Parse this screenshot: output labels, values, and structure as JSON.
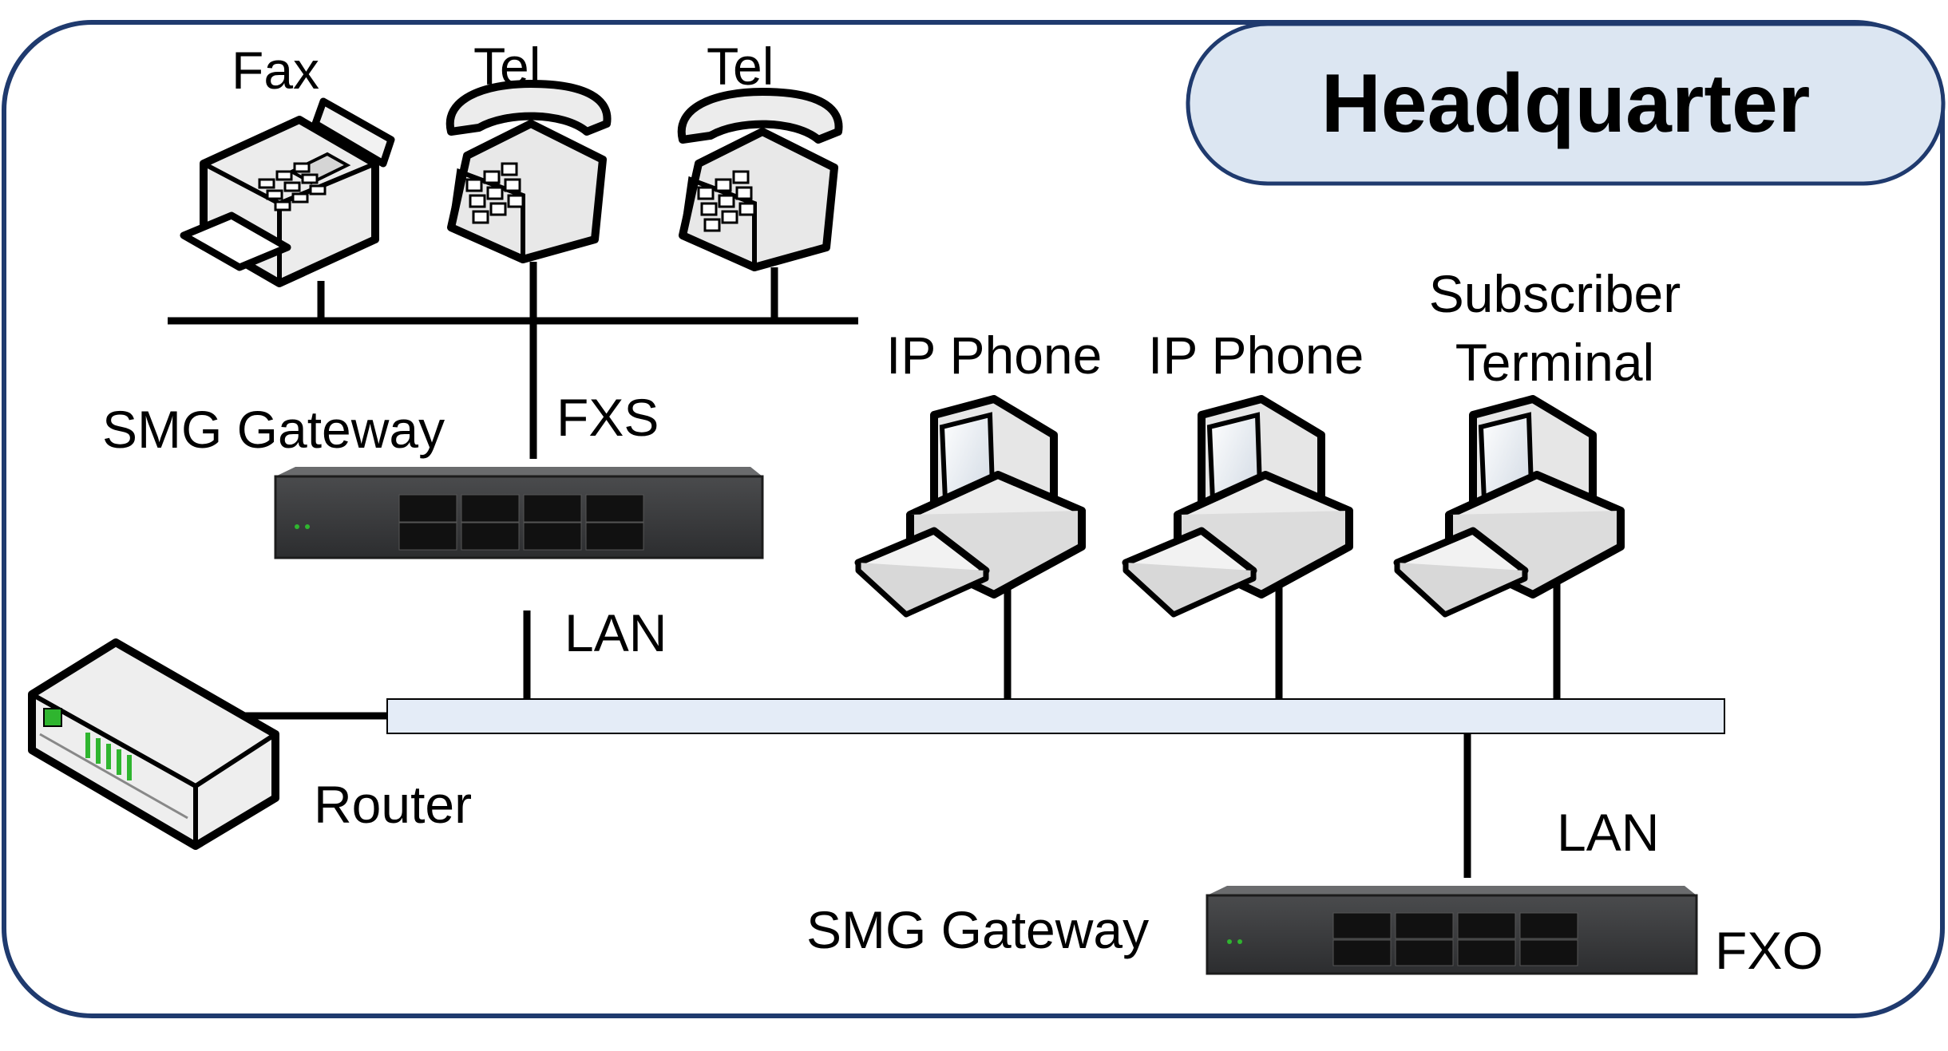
{
  "title": "Headquarter",
  "labels": {
    "fax": "Fax",
    "tel1": "Tel",
    "tel2": "Tel",
    "smg_gateway_top": "SMG Gateway",
    "fxs": "FXS",
    "ip_phone_1": "IP Phone",
    "ip_phone_2": "IP Phone",
    "subscriber_line1": "Subscriber",
    "subscriber_line2": "Terminal",
    "lan_top": "LAN",
    "router": "Router",
    "lan_bottom": "LAN",
    "smg_gateway_bottom": "SMG Gateway",
    "fxo": "FXO"
  },
  "colors": {
    "frame_border": "#1f3a6e",
    "title_fill": "#dce6f2",
    "lan_bus_fill": "#e4ecf7",
    "gateway_body": "#3a3b3d",
    "router_led": "#2fb52f"
  }
}
